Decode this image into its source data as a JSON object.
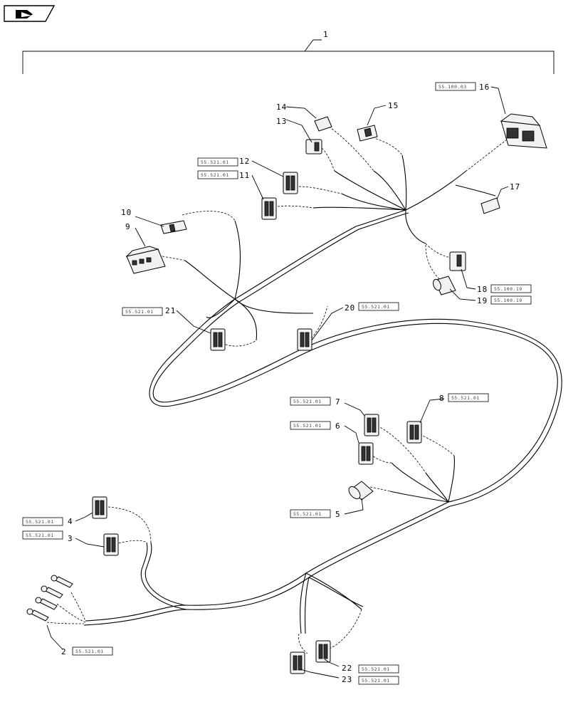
{
  "nav_icon": {
    "name": "back-page-icon"
  },
  "callouts": {
    "c1": "1",
    "c2": "2",
    "c3": "3",
    "c4": "4",
    "c5": "5",
    "c6": "6",
    "c7": "7",
    "c8": "8",
    "c9": "9",
    "c10": "10",
    "c11": "11",
    "c12": "12",
    "c13": "13",
    "c14": "14",
    "c15": "15",
    "c16": "16",
    "c17": "17",
    "c18": "18",
    "c19": "19",
    "c20": "20",
    "c21": "21",
    "c22": "22",
    "c23": "23"
  },
  "refs": {
    "r2": "55.521.01",
    "r3": "55.521.01",
    "r4": "55.521.01",
    "r5": "55.521.01",
    "r6": "55.521.01",
    "r7": "55.521.01",
    "r8": "55.521.01",
    "r11": "55.521.01",
    "r12": "55.521.01",
    "r16": "55.100.03",
    "r18": "55.100.19",
    "r19": "55.100.19",
    "r20": "55.521.01",
    "r21": "55.521.01",
    "r22": "55.521.01",
    "r23": "55.521.01"
  }
}
